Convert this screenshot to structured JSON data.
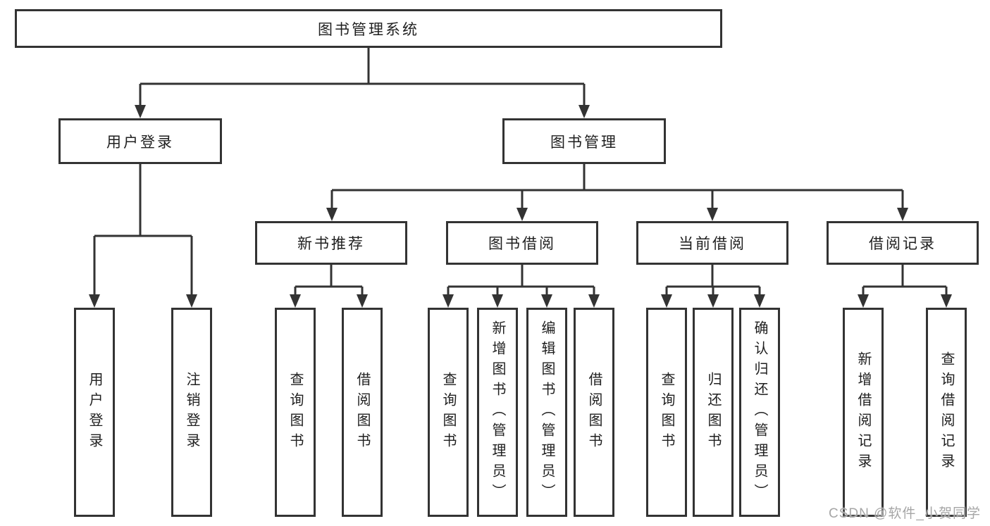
{
  "nodes": {
    "root": "图书管理系统",
    "level2": [
      "用户登录",
      "图书管理"
    ],
    "level3": [
      "新书推荐",
      "图书借阅",
      "当前借阅",
      "借阅记录"
    ],
    "leaves_user_login": [
      "用户登录",
      "注销登录"
    ],
    "leaves_new_book": [
      "查询图书",
      "借阅图书"
    ],
    "leaves_book_borrow": [
      "查询图书",
      "新增图书（管理员）",
      "编辑图书（管理员）",
      "借阅图书"
    ],
    "leaves_current_borrow": [
      "查询图书",
      "归还图书",
      "确认归还（管理员）"
    ],
    "leaves_borrow_record": [
      "新增借阅记录",
      "查询借阅记录"
    ]
  },
  "watermark": "CSDN @软件_小贺同学",
  "colors": {
    "line": "#333333",
    "text": "#1f1f1f",
    "watermark": "#a6a6a6",
    "background": "#ffffff"
  }
}
